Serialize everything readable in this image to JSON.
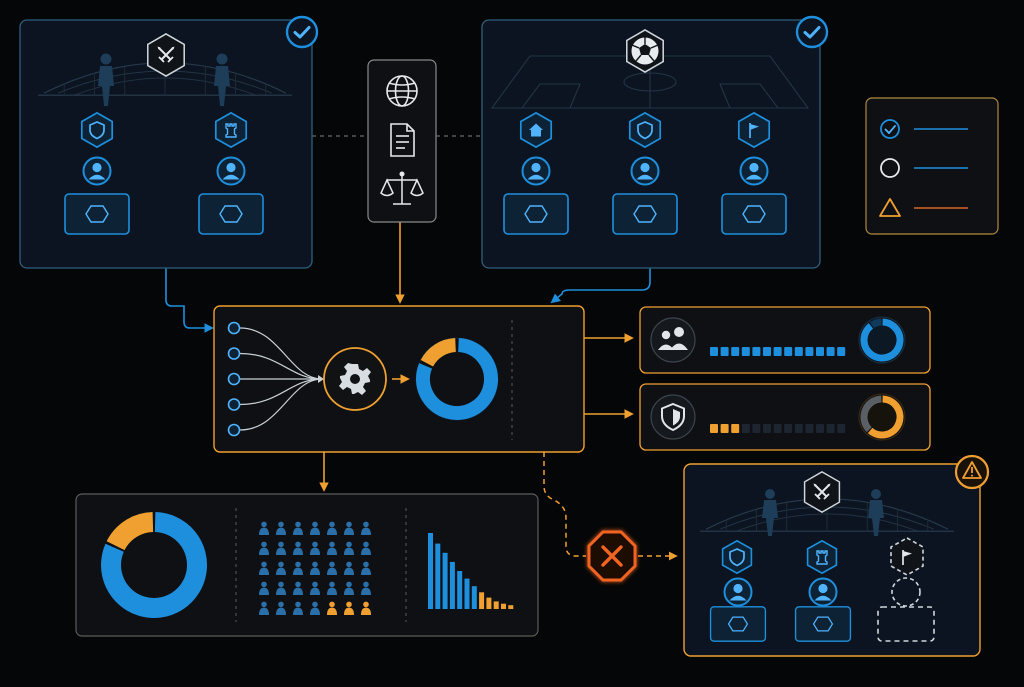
{
  "colors": {
    "background": "#050607",
    "panel": "#0b1420",
    "blue_border": "#2f5f7c",
    "blue": "#1e8fdc",
    "blue_light": "#4fb3ff",
    "orange": "#f0a030",
    "orange_dim": "#6e4a17",
    "red_orange": "#f06420",
    "muted": "#34404c",
    "icon_light": "#d8dde2",
    "link_dashed": "#6a6a6a"
  },
  "panels": {
    "match_panel_a": {
      "theme_icon": "crossed-swords-icon",
      "status": "check-badge",
      "team_icons": [
        "shield-icon",
        "rook-icon"
      ]
    },
    "context_card": {
      "icons": [
        "globe-icon",
        "document-icon",
        "scales-icon"
      ]
    },
    "match_panel_b": {
      "theme_icon": "soccer-ball-icon",
      "status": "check-badge",
      "team_icons": [
        "house-icon",
        "shield-icon",
        "flag-icon"
      ]
    },
    "legend_card": {
      "items": [
        {
          "icon": "check-circle-icon",
          "tone": "blue"
        },
        {
          "icon": "circle-outline-icon",
          "tone": "white"
        },
        {
          "icon": "warning-triangle-icon",
          "tone": "orange"
        }
      ]
    },
    "processor": {
      "input_nodes": 5,
      "core_icon": "gear-icon",
      "output_ring_fraction": 0.82
    },
    "metric_row_audience": {
      "icon": "users-icon",
      "bar_level": 1.0,
      "ring_fraction": 0.9,
      "tone": "blue"
    },
    "metric_row_defense": {
      "icon": "shield-icon",
      "bar_level": 0.22,
      "ring_fraction": 0.62,
      "tone": "orange"
    },
    "summary_panel": {
      "donut_fraction_blue": 0.82,
      "people_grid": {
        "rows": 5,
        "cols": 7,
        "highlighted": 3
      },
      "descending_bars": [
        1.0,
        0.86,
        0.74,
        0.62,
        0.5,
        0.4,
        0.3,
        0.22,
        0.15,
        0.1,
        0.07,
        0.05
      ],
      "descending_bars_orange_from": 7
    },
    "blocked_marker": {
      "icon": "close-octagon-icon"
    },
    "warning_panel": {
      "theme_icon": "crossed-swords-icon",
      "status": "warning-triangle-icon",
      "team_icons": [
        "shield-icon",
        "rook-icon",
        "flag-icon"
      ],
      "missing_slot": 3
    }
  }
}
